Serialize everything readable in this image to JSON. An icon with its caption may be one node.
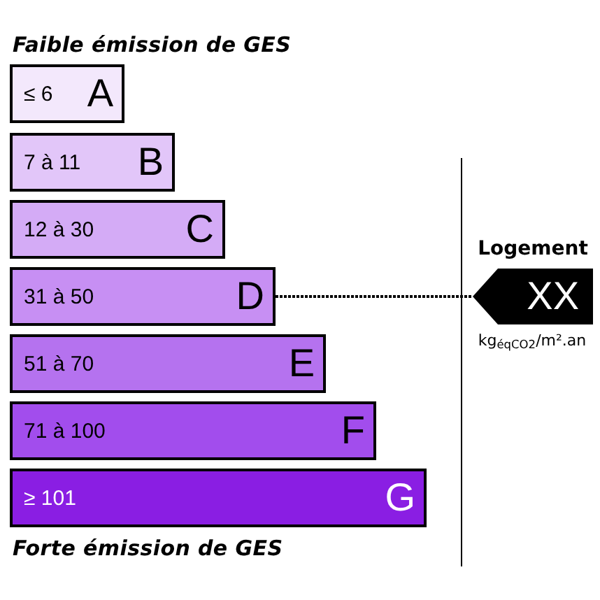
{
  "diagram": {
    "nodes": [
      {
        "text": [
          "≤ 6",
          "A"
        ]
      },
      {
        "text": [
          "7 à 11",
          "B"
        ]
      },
      {
        "text": [
          "12 à 30",
          "C"
        ]
      },
      {
        "text": [
          "31 à 50",
          "D"
        ]
      },
      {
        "text": [
          "51 à 70",
          "E"
        ]
      },
      {
        "text": [
          "71 à 100",
          "F"
        ]
      },
      {
        "text": [
          "≥ 101",
          "G"
        ]
      },
      {
        "text": [
          "XX"
        ],
        "beside": [
          "Logement",
          "kg$_{éqCO2}$/m².an"
        ]
      }
    ],
    "edges": [
      {
        "from": 3,
        "to": 7,
        "arrow": "none",
        "style": "dashed"
      }
    ],
    "labels": [
      "Faible émission de GES",
      "Forte émission de GES"
    ]
  }
}
